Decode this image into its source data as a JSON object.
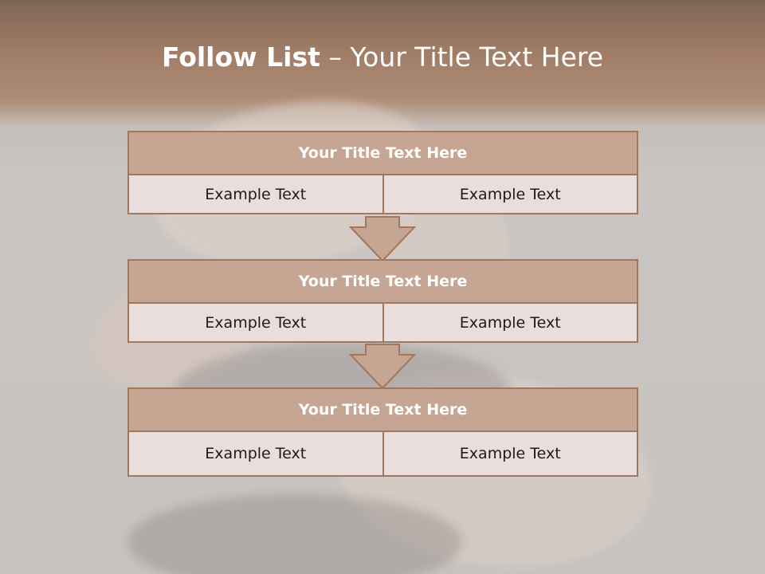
{
  "title": {
    "bold": "Follow List",
    "rest": " – Your Title Text Here"
  },
  "blocks": [
    {
      "heading": "Your Title Text Here",
      "left": "Example Text",
      "right": "Example Text"
    },
    {
      "heading": "Your Title Text Here",
      "left": "Example Text",
      "right": "Example Text"
    },
    {
      "heading": "Your Title Text Here",
      "left": "Example Text",
      "right": "Example Text"
    }
  ],
  "colors": {
    "header_fill": "#c6a592",
    "border": "#a07860",
    "cell_fill": "#e9dedb",
    "arrow_fill": "#c6a592"
  }
}
